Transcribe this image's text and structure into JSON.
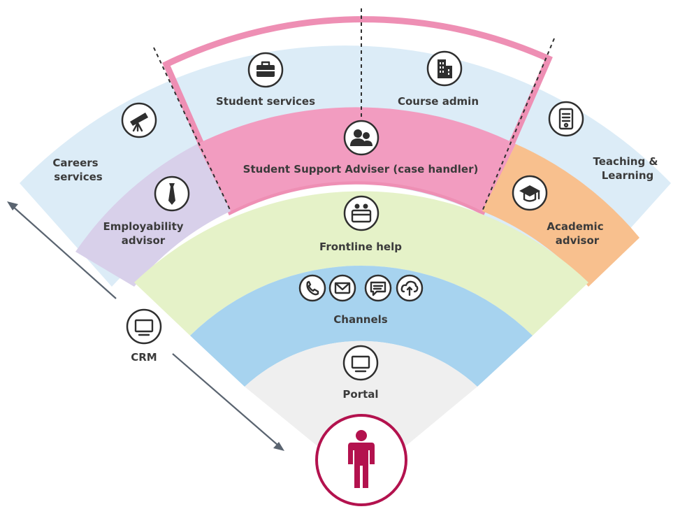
{
  "labels": {
    "student_services": "Student services",
    "course_admin": "Course admin",
    "careers_line1": "Careers",
    "careers_line2": "services",
    "teaching_line1": "Teaching &",
    "teaching_line2": "Learning",
    "student_support_adviser": "Student Support Adviser (case handler)",
    "employability_line1": "Employability",
    "employability_line2": "advisor",
    "academic_line1": "Academic",
    "academic_line2": "advisor",
    "frontline_help": "Frontline help",
    "channels": "Channels",
    "portal": "Portal",
    "crm": "CRM"
  },
  "colors": {
    "outer_band": "#dcecf7",
    "pink_border": "#ee8fb4",
    "ssa_band": "#f29cc0",
    "employability": "#d8d0ea",
    "academic": "#f8c08e",
    "frontline": "#e5f2c8",
    "channels": "#a7d3ef",
    "portal": "#efefef",
    "person": "#b3124e"
  },
  "icons": {
    "student_services": "briefcase-icon",
    "course_admin": "building-icon",
    "careers": "telescope-icon",
    "teaching": "document-icon",
    "ssa": "people-icon",
    "employability": "tie-icon",
    "academic": "graduation-cap-icon",
    "frontline": "help-desk-icon",
    "channels": [
      "phone-icon",
      "email-icon",
      "chat-icon",
      "cloud-upload-icon"
    ],
    "portal": "monitor-icon",
    "crm": "monitor-icon",
    "user": "person-icon"
  }
}
